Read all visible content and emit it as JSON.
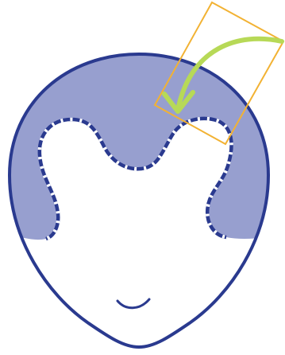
{
  "colors": {
    "outline": "#2a3a8f",
    "hair_fill": "#979fcf",
    "face_fill": "#ffffff",
    "hairline_dash": "#ffffff",
    "box": "#f2b233",
    "arrow": "#b7d957"
  },
  "parts": {
    "head": "head-outline",
    "hair": "hair-region",
    "hairline": "dashed-hairline",
    "mouth": "mouth-curve",
    "box": "direction-box",
    "arrow": "curved-arrow"
  }
}
